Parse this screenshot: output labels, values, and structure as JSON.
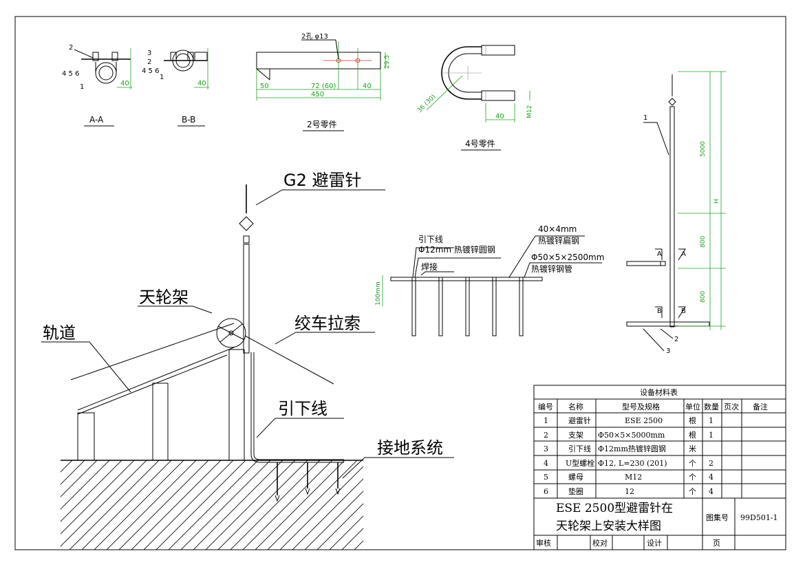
{
  "main_view": {
    "lightning_rod_label": "G2 避雷针",
    "pulley_frame_label": "天轮架",
    "winch_cable_label": "绞车拉索",
    "track_label": "轨道",
    "down_conductor_label": "引下线",
    "grounding_label": "接地系统"
  },
  "details": {
    "section_a": "A-A",
    "section_b": "B-B",
    "part2_title": "2号零件",
    "part4_title": "4号零件",
    "part2_holes": "2孔 φ13",
    "dim_40": "40",
    "dim_50": "50",
    "dim_72": "72 (60)",
    "dim_450": "450",
    "dim_295": "29.5",
    "dim_36": "36 (30)",
    "dim_m12": "M12",
    "callout_1": "1",
    "callout_2": "2",
    "callout_3": "3",
    "callout_456": "4  5  6"
  },
  "grounding_detail": {
    "down_lead": "引下线",
    "down_lead_spec": "Φ12mm  热镀锌圆钢",
    "flat_steel": "40×4mm",
    "flat_steel_spec": "热镀锌扁钢",
    "pipe": "Φ50×5×2500mm",
    "pipe_spec": "热镀锌钢管",
    "weld": "焊接",
    "depth": "100mm"
  },
  "elevation": {
    "total": "5000",
    "h": "H",
    "seg1": "800",
    "seg2": "800",
    "mark_a": "A",
    "mark_b": "B",
    "c1": "1",
    "c2": "2",
    "c3": "3"
  },
  "table": {
    "title": "设备材料表",
    "headers": [
      "编号",
      "名称",
      "型号及规格",
      "单位",
      "数量",
      "页次",
      "备注"
    ],
    "rows": [
      [
        "1",
        "避雷针",
        "ESE 2500",
        "根",
        "1",
        "",
        ""
      ],
      [
        "2",
        "支架",
        "Φ50×5×5000mm",
        "根",
        "1",
        "",
        ""
      ],
      [
        "3",
        "引下线",
        "Φ12mm热镀锌圆钢",
        "米",
        "",
        "",
        ""
      ],
      [
        "4",
        "U型螺栓",
        "Φ12, L=230 (201)",
        "个",
        "2",
        "",
        ""
      ],
      [
        "5",
        "螺母",
        "M12",
        "个",
        "4",
        "",
        ""
      ],
      [
        "6",
        "垫圈",
        "12",
        "个",
        "4",
        "",
        ""
      ]
    ],
    "drawing_title_line1": "ESE 2500型避雷针在",
    "drawing_title_line2": "天轮架上安装大样图",
    "atlas_label": "图集号",
    "atlas_no": "99D501-1",
    "review": "审核",
    "check": "校对",
    "design": "设计",
    "page": "页"
  }
}
